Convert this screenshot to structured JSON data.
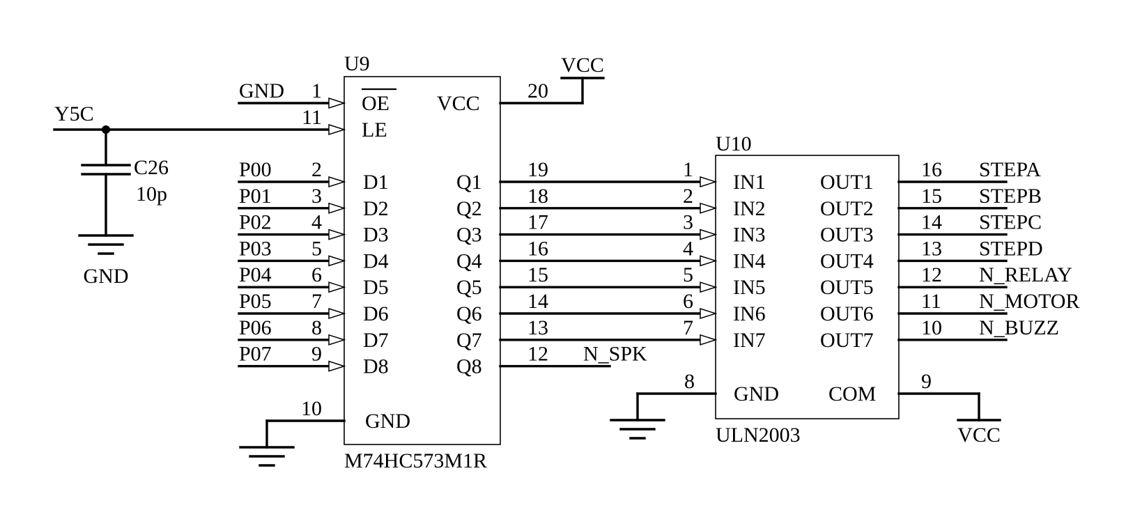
{
  "capacitor": {
    "net": "Y5C",
    "ref": "C26",
    "value": "10p",
    "ground_label": "GND"
  },
  "u9": {
    "ref": "U9",
    "part": "M74HC573M1R",
    "oe_net": "GND",
    "oe_pin": "1",
    "oe_label": "OE",
    "le_pin": "11",
    "le_label": "LE",
    "vcc_label": "VCC",
    "vcc_pin": "20",
    "vcc_net": "VCC",
    "gnd_label": "GND",
    "gnd_pin": "10",
    "inputs": [
      {
        "net": "P00",
        "pin": "2",
        "label": "D1"
      },
      {
        "net": "P01",
        "pin": "3",
        "label": "D2"
      },
      {
        "net": "P02",
        "pin": "4",
        "label": "D3"
      },
      {
        "net": "P03",
        "pin": "5",
        "label": "D4"
      },
      {
        "net": "P04",
        "pin": "6",
        "label": "D5"
      },
      {
        "net": "P05",
        "pin": "7",
        "label": "D6"
      },
      {
        "net": "P06",
        "pin": "8",
        "label": "D7"
      },
      {
        "net": "P07",
        "pin": "9",
        "label": "D8"
      }
    ],
    "outputs": [
      {
        "label": "Q1",
        "pin": "19"
      },
      {
        "label": "Q2",
        "pin": "18"
      },
      {
        "label": "Q3",
        "pin": "17"
      },
      {
        "label": "Q4",
        "pin": "16"
      },
      {
        "label": "Q5",
        "pin": "15"
      },
      {
        "label": "Q6",
        "pin": "14"
      },
      {
        "label": "Q7",
        "pin": "13"
      },
      {
        "label": "Q8",
        "pin": "12",
        "net": "N_SPK"
      }
    ]
  },
  "u10": {
    "ref": "U10",
    "part": "ULN2003",
    "gnd_label": "GND",
    "gnd_pin": "8",
    "com_label": "COM",
    "com_pin": "9",
    "com_net": "VCC",
    "inputs": [
      {
        "pin": "1",
        "label": "IN1"
      },
      {
        "pin": "2",
        "label": "IN2"
      },
      {
        "pin": "3",
        "label": "IN3"
      },
      {
        "pin": "4",
        "label": "IN4"
      },
      {
        "pin": "5",
        "label": "IN5"
      },
      {
        "pin": "6",
        "label": "IN6"
      },
      {
        "pin": "7",
        "label": "IN7"
      }
    ],
    "outputs": [
      {
        "label": "OUT1",
        "pin": "16",
        "net": "STEPA"
      },
      {
        "label": "OUT2",
        "pin": "15",
        "net": "STEPB"
      },
      {
        "label": "OUT3",
        "pin": "14",
        "net": "STEPC"
      },
      {
        "label": "OUT4",
        "pin": "13",
        "net": "STEPD"
      },
      {
        "label": "OUT5",
        "pin": "12",
        "net": "N_RELAY"
      },
      {
        "label": "OUT6",
        "pin": "11",
        "net": "N_MOTOR"
      },
      {
        "label": "OUT7",
        "pin": "10",
        "net": "N_BUZZ"
      }
    ]
  }
}
